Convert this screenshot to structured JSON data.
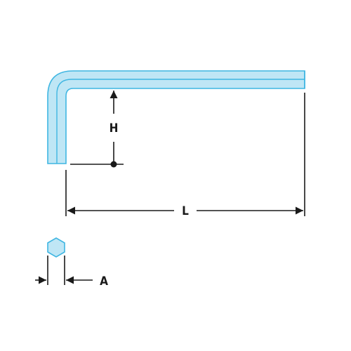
{
  "diagram": {
    "labels": {
      "height": "H",
      "length": "L",
      "across_flats": "A"
    }
  },
  "colors": {
    "tool_fill": "#bfe6f5",
    "tool_stroke": "#3fb6e2",
    "dimension_line": "#1a1a1a",
    "background": "#ffffff"
  }
}
